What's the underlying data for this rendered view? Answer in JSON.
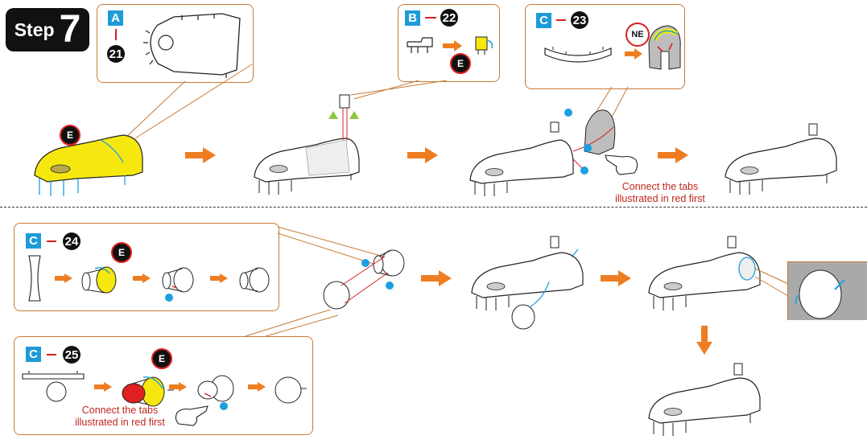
{
  "step": {
    "word": "Step",
    "number": "7"
  },
  "callouts": {
    "a": {
      "tag": "A",
      "part": "21"
    },
    "b": {
      "tag": "B",
      "part": "22",
      "badge": "E"
    },
    "c23": {
      "tag": "C",
      "part": "23",
      "badge": "NE"
    },
    "c24": {
      "tag": "C",
      "part": "24",
      "badge": "E"
    },
    "c25": {
      "tag": "C",
      "part": "25",
      "badge": "E"
    }
  },
  "main_badge": "E",
  "notes": {
    "tabs_top": [
      "Connect the tabs",
      "illustrated in red first"
    ],
    "tabs_bottom": [
      "Connect the tabs",
      "illustrated in red first"
    ]
  },
  "colors": {
    "arrow": "#ee7d21",
    "tag_blue": "#1e9bd7",
    "callout_border": "#c77a33",
    "highlight_yellow": "#f6e80f",
    "red": "#d62020",
    "dot_blue": "#1c9fe0",
    "green": "#8cc63f"
  }
}
